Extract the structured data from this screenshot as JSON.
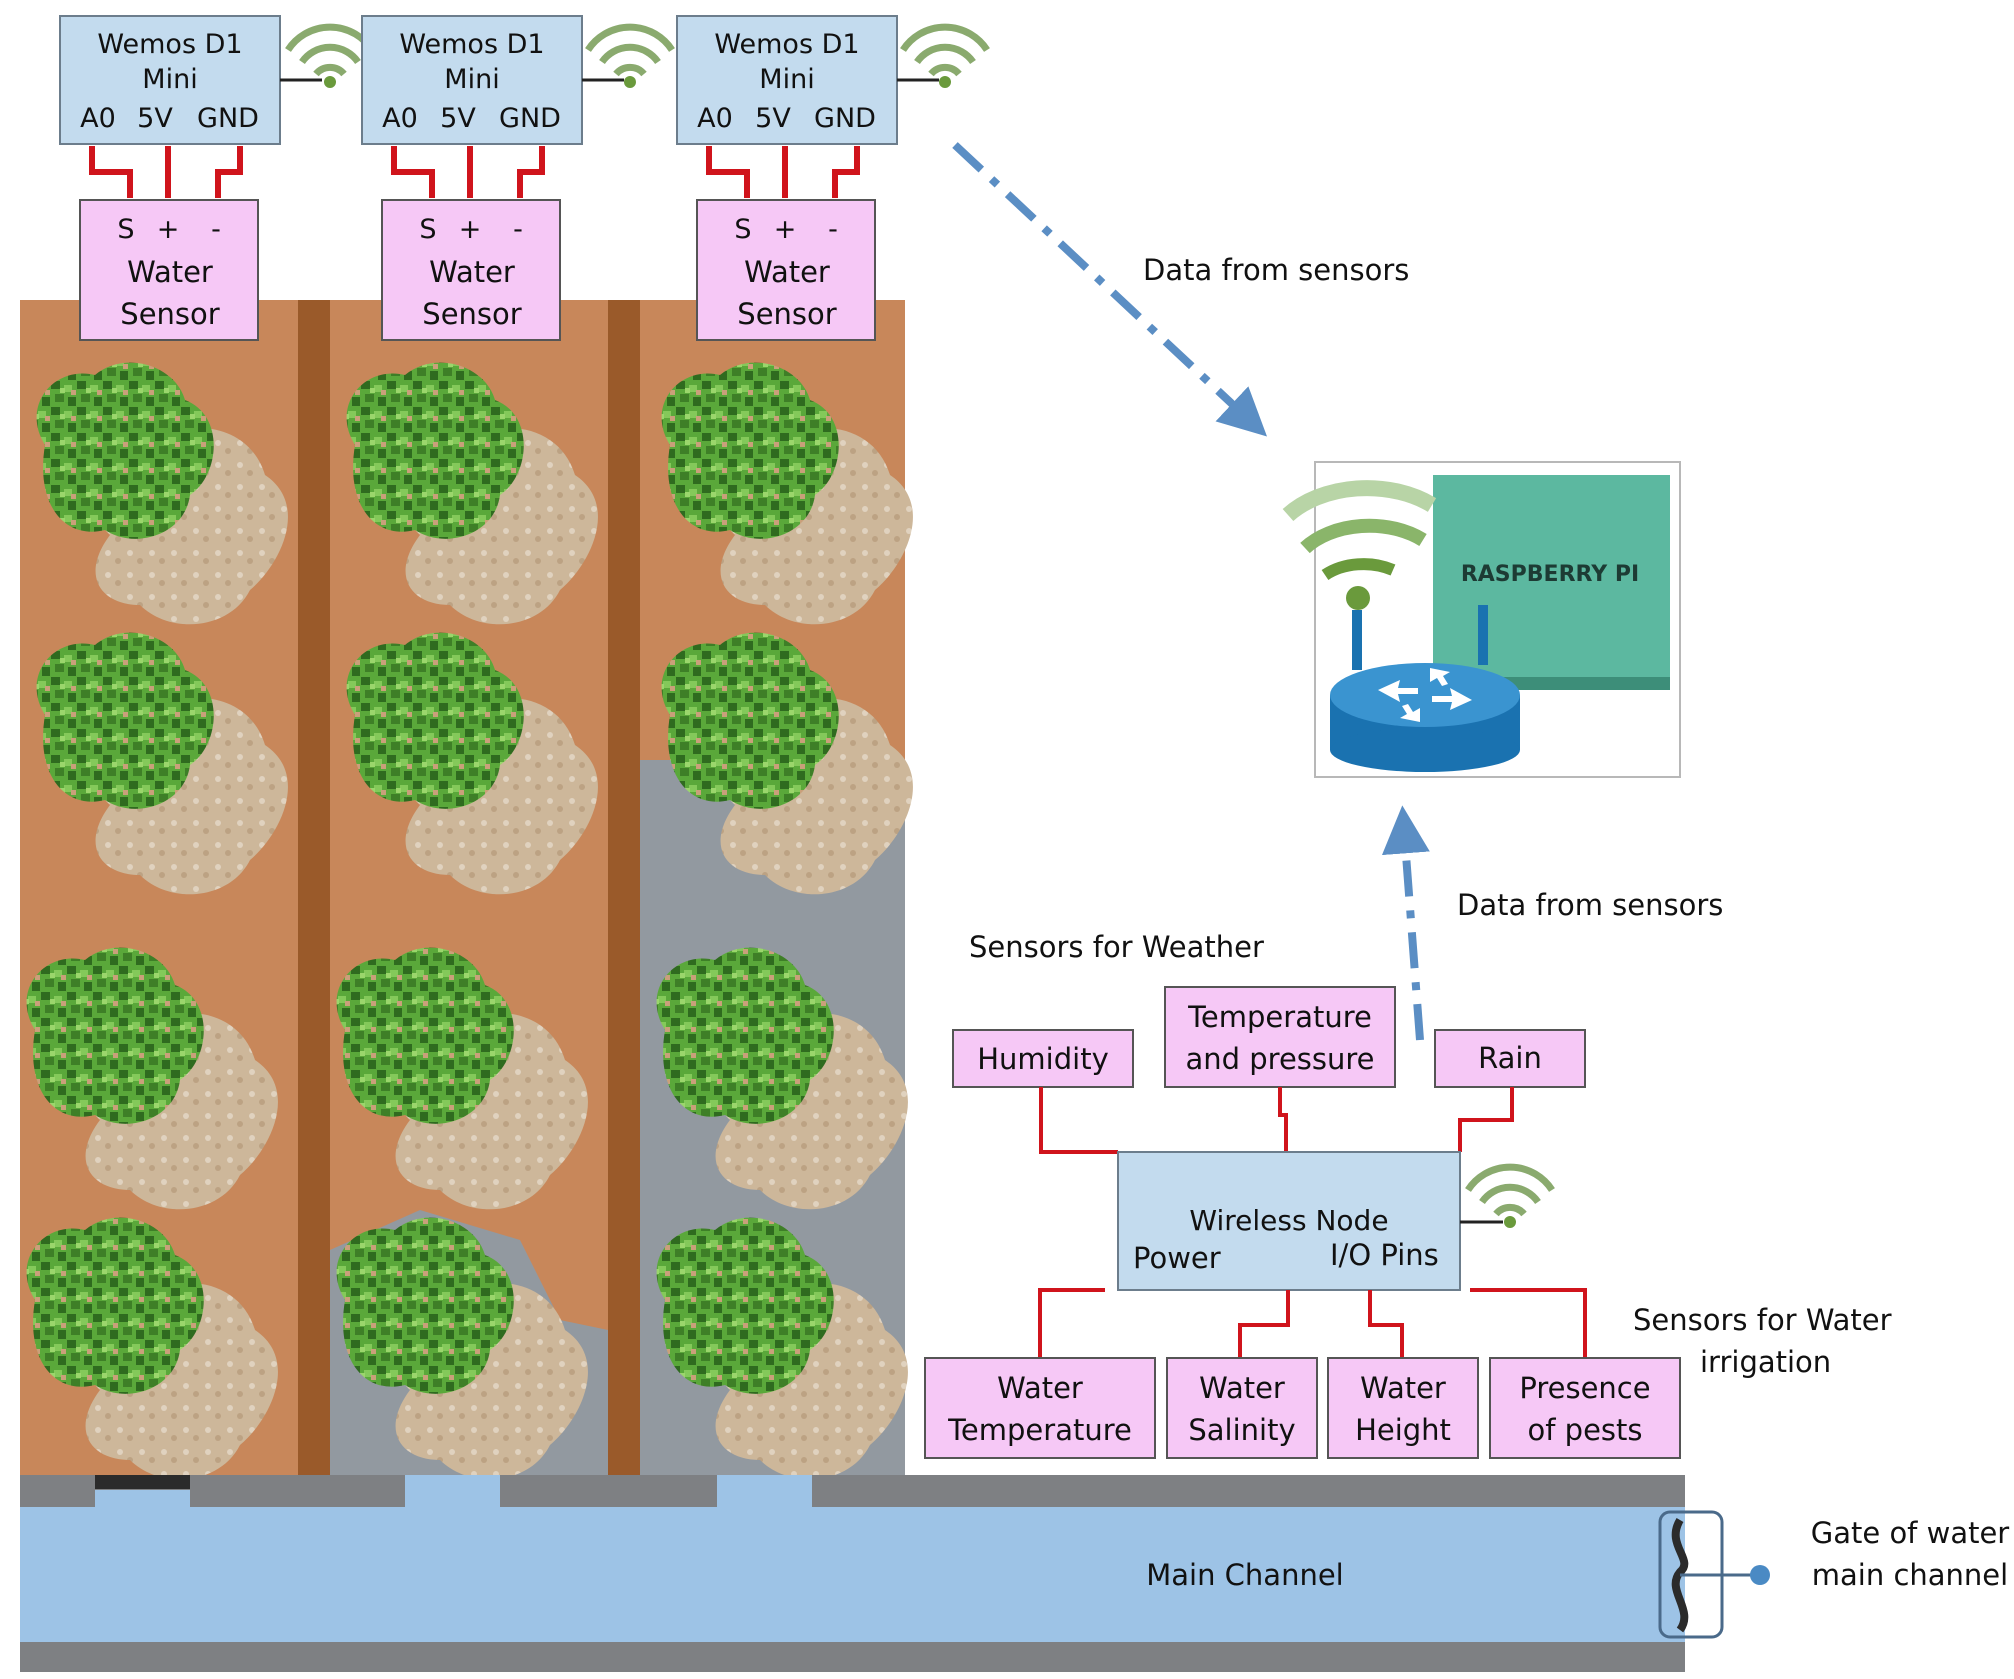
{
  "wemos_modules": [
    {
      "line1": "Wemos D1",
      "line2": "Mini",
      "pin_a0": "A0",
      "pin_5v": "5V",
      "pin_gnd": "GND"
    },
    {
      "line1": "Wemos D1",
      "line2": "Mini",
      "pin_a0": "A0",
      "pin_5v": "5V",
      "pin_gnd": "GND"
    },
    {
      "line1": "Wemos D1",
      "line2": "Mini",
      "pin_a0": "A0",
      "pin_5v": "5V",
      "pin_gnd": "GND"
    }
  ],
  "water_sensors": [
    {
      "pin_s": "S",
      "pin_plus": "+",
      "pin_minus": "-",
      "line1": "Water",
      "line2": "Sensor"
    },
    {
      "pin_s": "S",
      "pin_plus": "+",
      "pin_minus": "-",
      "line1": "Water",
      "line2": "Sensor"
    },
    {
      "pin_s": "S",
      "pin_plus": "+",
      "pin_minus": "-",
      "line1": "Water",
      "line2": "Sensor"
    }
  ],
  "labels": {
    "data_from_sensors_top": "Data from sensors",
    "data_from_sensors_bottom": "Data from sensors",
    "sensors_for_weather": "Sensors for Weather",
    "sensors_for_water_line1": "Sensors for Water",
    "sensors_for_water_line2": "irrigation",
    "main_channel": "Main Channel",
    "gate_line1": "Gate of water",
    "gate_line2": "main channel"
  },
  "gateway": {
    "label": "RASPBERRY PI"
  },
  "wireless_node": {
    "title": "Wireless Node",
    "left": "Power",
    "right": "I/O Pins"
  },
  "weather_sensors": {
    "humidity": "Humidity",
    "temp_line1": "Temperature",
    "temp_line2": "and pressure",
    "rain": "Rain"
  },
  "irrigation_sensors": {
    "water_temp_line1": "Water",
    "water_temp_line2": "Temperature",
    "salinity_line1": "Water",
    "salinity_line2": "Salinity",
    "height_line1": "Water",
    "height_line2": "Height",
    "pests_line1": "Presence",
    "pests_line2": "of pests"
  },
  "colors": {
    "soil": "#c8875a",
    "flooded": "#9299a0",
    "divider": "#9a5a2a",
    "water": "#9dc3e6",
    "board": "#c3dbee",
    "sensor_box": "#f6c8f6",
    "wire": "#d0141c",
    "pi_green": "#5cb8a0",
    "router_blue": "#1a72b0",
    "wifi_green": "#6a9a3c",
    "arrow": "#5b8ec4"
  }
}
